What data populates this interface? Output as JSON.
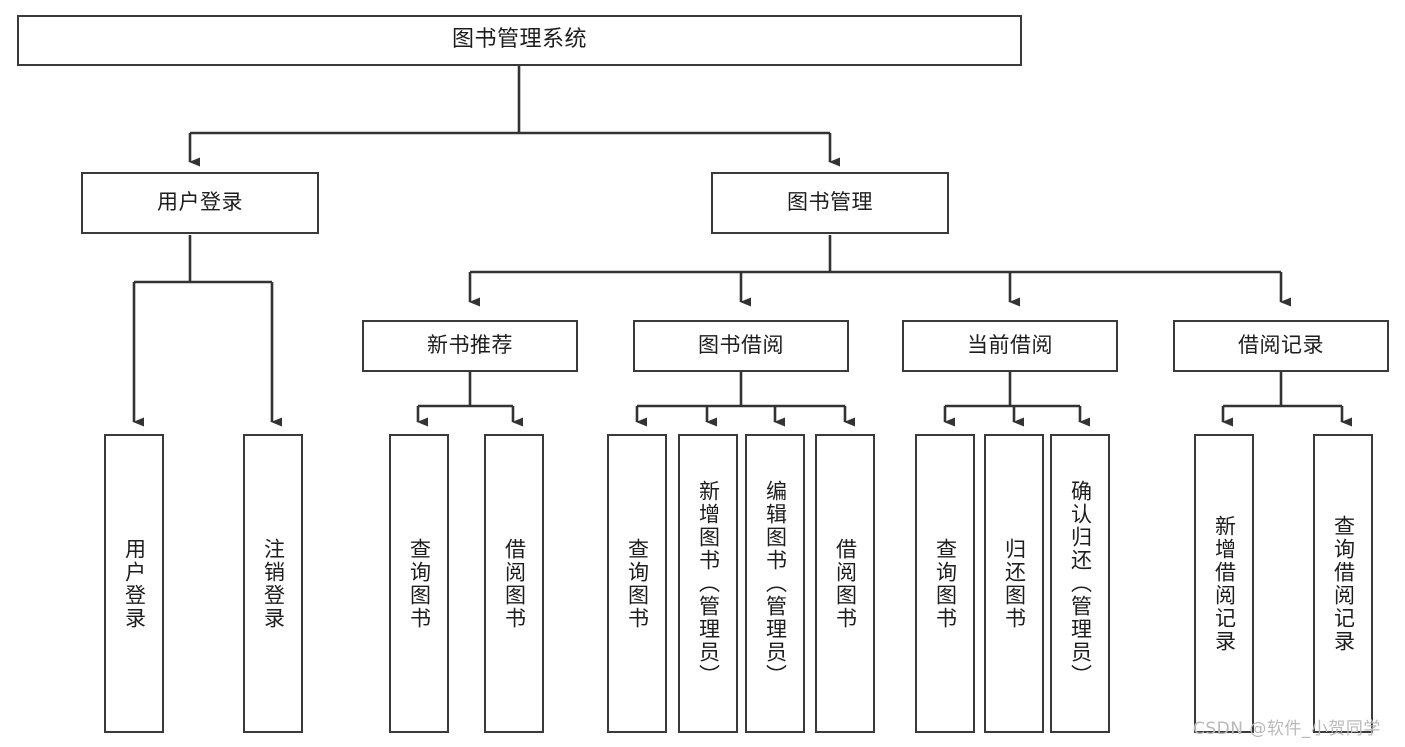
{
  "diagram": {
    "type": "tree",
    "title": "图书管理系统",
    "watermark": "CSDN @软件_小贺同学",
    "colors": {
      "box_border": "#3a3a3a",
      "box_fill": "#ffffff",
      "edge": "#333333",
      "text": "#1d1d1d",
      "watermark": "#b9b9b9",
      "background": "#ffffff"
    },
    "nodes": {
      "root": {
        "label": "图书管理系统"
      },
      "level1": [
        {
          "id": "user-login",
          "label": "用户登录"
        },
        {
          "id": "book-manage",
          "label": "图书管理"
        }
      ],
      "level2": [
        {
          "id": "new-book-recommend",
          "label": "新书推荐"
        },
        {
          "id": "book-borrow",
          "label": "图书借阅"
        },
        {
          "id": "current-borrow",
          "label": "当前借阅"
        },
        {
          "id": "borrow-record",
          "label": "借阅记录"
        }
      ],
      "leaves": {
        "user_login": [
          {
            "id": "leaf-user-login",
            "label": "用户登录"
          },
          {
            "id": "leaf-logout-login",
            "label": "注销登录"
          }
        ],
        "new_book_recommend": [
          {
            "id": "leaf-query-book-1",
            "label": "查询图书"
          },
          {
            "id": "leaf-borrow-book-1",
            "label": "借阅图书"
          }
        ],
        "book_borrow": [
          {
            "id": "leaf-query-book-2",
            "label": "查询图书"
          },
          {
            "id": "leaf-add-book",
            "label": "新增图书（管理员）"
          },
          {
            "id": "leaf-edit-book",
            "label": "编辑图书（管理员）"
          },
          {
            "id": "leaf-borrow-book-2",
            "label": "借阅图书"
          }
        ],
        "current_borrow": [
          {
            "id": "leaf-query-book-3",
            "label": "查询图书"
          },
          {
            "id": "leaf-return-book",
            "label": "归还图书"
          },
          {
            "id": "leaf-confirm-return",
            "label": "确认归还（管理员）"
          }
        ],
        "borrow_record": [
          {
            "id": "leaf-add-record",
            "label": "新增借阅记录"
          },
          {
            "id": "leaf-query-record",
            "label": "查询借阅记录"
          }
        ]
      }
    }
  }
}
